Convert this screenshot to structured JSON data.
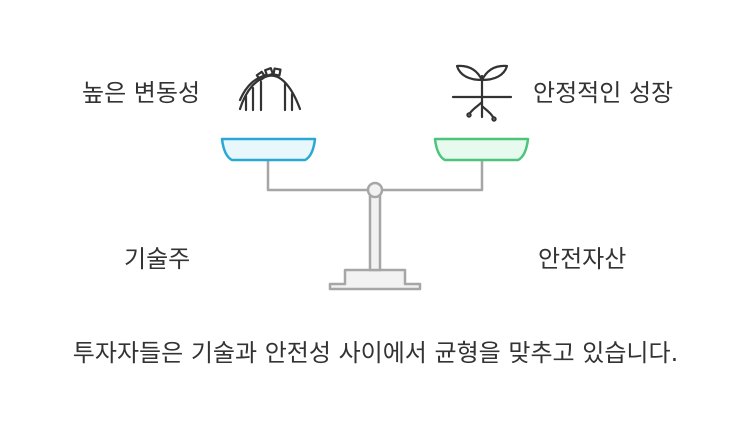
{
  "left": {
    "top_label": "높은 변동성",
    "bottom_label": "기술주",
    "icon": "roller-coaster-icon",
    "pan_fill": "#e8f7fc",
    "pan_stroke": "#29a8d4"
  },
  "right": {
    "top_label": "안정적인 성장",
    "bottom_label": "안전자산",
    "icon": "sprout-icon",
    "pan_fill": "#e6faee",
    "pan_stroke": "#4cc47c"
  },
  "caption": "투자자들은 기술과 안전성 사이에서 균형을 맞추고 있습니다.",
  "scale_color": "#a6a6a6"
}
